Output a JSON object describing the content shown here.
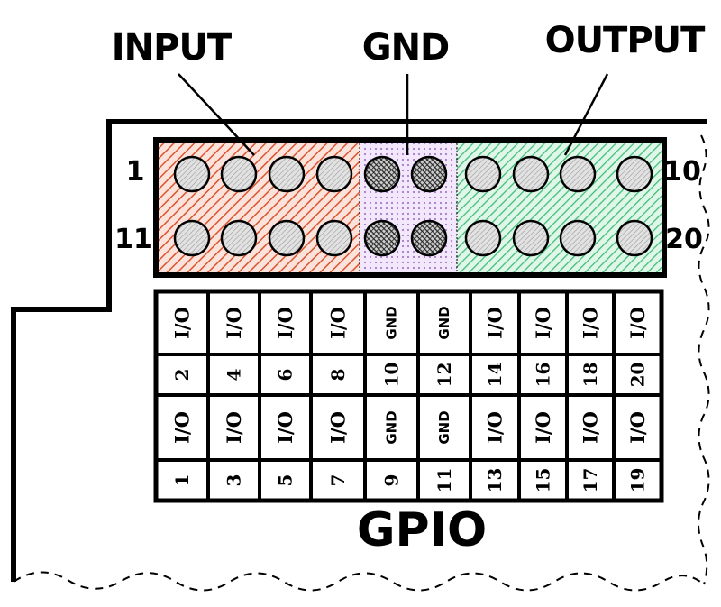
{
  "labels": {
    "input": "INPUT",
    "gnd": "GND",
    "output": "OUTPUT",
    "pin_top_left": "1",
    "pin_top_right": "10",
    "pin_bottom_left": "11",
    "pin_bottom_right": "20",
    "gpio": "GPIO"
  },
  "header": {
    "top_row": [
      "input",
      "input",
      "input",
      "input",
      "gnd",
      "gnd",
      "output",
      "output",
      "output",
      "output"
    ],
    "bottom_row": [
      "input",
      "input",
      "input",
      "input",
      "gnd",
      "gnd",
      "output",
      "output",
      "output",
      "output"
    ]
  },
  "table": {
    "row1_types": [
      "I/O",
      "I/O",
      "I/O",
      "I/O",
      "GND",
      "GND",
      "I/O",
      "I/O",
      "I/O",
      "I/O"
    ],
    "row2_numbers": [
      "2",
      "4",
      "6",
      "8",
      "10",
      "12",
      "14",
      "16",
      "18",
      "20"
    ],
    "row3_types": [
      "I/O",
      "I/O",
      "I/O",
      "I/O",
      "GND",
      "GND",
      "I/O",
      "I/O",
      "I/O",
      "I/O"
    ],
    "row4_numbers": [
      "1",
      "3",
      "5",
      "7",
      "9",
      "11",
      "13",
      "15",
      "17",
      "19"
    ]
  },
  "colors": {
    "input": "#e06a4a",
    "gnd": "#b48cd6",
    "output": "#5fcf8f",
    "pin_fill": "#d6d6d6",
    "pin_gnd": "#555555"
  }
}
